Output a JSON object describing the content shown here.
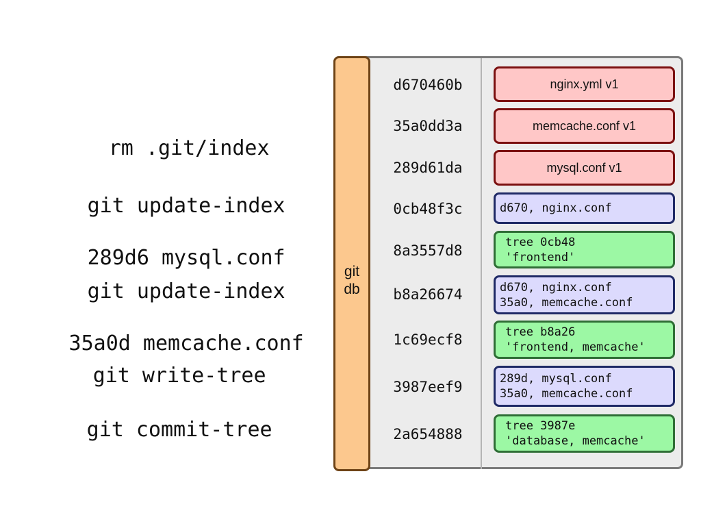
{
  "commands": [
    {
      "lines": [
        "rm .git/index"
      ]
    },
    {
      "lines": [
        "git update-index",
        "289d6 mysql.conf"
      ]
    },
    {
      "lines": [
        "git update-index",
        "35a0d memcache.conf"
      ]
    },
    {
      "lines": [
        "git write-tree"
      ]
    },
    {
      "lines": [
        "git commit-tree"
      ]
    }
  ],
  "database": {
    "label": [
      "git",
      "db"
    ],
    "objects": [
      {
        "hash": "d670460b",
        "kind": "blob",
        "lines": [
          "nginx.yml v1"
        ]
      },
      {
        "hash": "35a0dd3a",
        "kind": "blob",
        "lines": [
          "memcache.conf v1"
        ]
      },
      {
        "hash": "289d61da",
        "kind": "blob",
        "lines": [
          "mysql.conf v1"
        ]
      },
      {
        "hash": "0cb48f3c",
        "kind": "tree",
        "lines": [
          "d670, nginx.conf"
        ]
      },
      {
        "hash": "8a3557d8",
        "kind": "commit",
        "lines": [
          "tree 0cb48",
          "'frontend'"
        ]
      },
      {
        "hash": "b8a26674",
        "kind": "tree",
        "lines": [
          "d670, nginx.conf",
          "35a0, memcache.conf"
        ]
      },
      {
        "hash": "1c69ecf8",
        "kind": "commit",
        "lines": [
          "tree b8a26",
          "'frontend, memcache'"
        ]
      },
      {
        "hash": "3987eef9",
        "kind": "tree",
        "lines": [
          "289d, mysql.conf",
          "35a0, memcache.conf"
        ]
      },
      {
        "hash": "2a654888",
        "kind": "commit",
        "lines": [
          "tree 3987e",
          "'database, memcache'"
        ]
      }
    ]
  },
  "colors": {
    "blob_fill": "#ffc7c7",
    "blob_border": "#7b1010",
    "tree_fill": "#dcdafd",
    "tree_border": "#1f2a66",
    "commit_fill": "#9cf8a4",
    "commit_border": "#2f6e36",
    "spine_fill": "#fcc88e",
    "spine_border": "#6e4316",
    "panel_fill": "#ececec"
  }
}
